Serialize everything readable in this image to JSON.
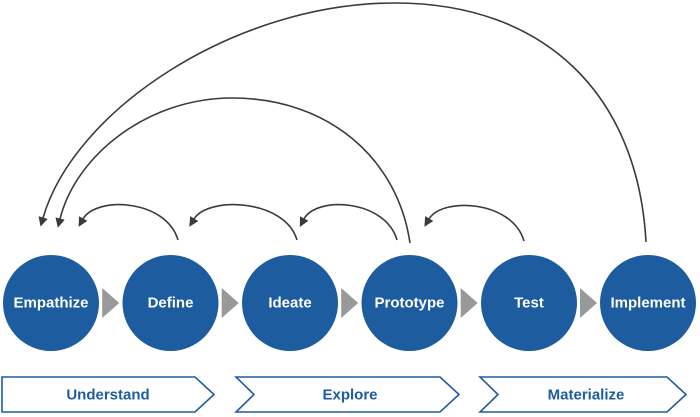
{
  "diagram": {
    "stages": [
      {
        "label": "Empathize"
      },
      {
        "label": "Define"
      },
      {
        "label": "Ideate"
      },
      {
        "label": "Prototype"
      },
      {
        "label": "Test"
      },
      {
        "label": "Implement"
      }
    ],
    "phases": [
      {
        "label": "Understand"
      },
      {
        "label": "Explore"
      },
      {
        "label": "Materialize"
      }
    ],
    "feedback_arrows": [
      {
        "from": "Define",
        "to": "Empathize"
      },
      {
        "from": "Ideate",
        "to": "Define"
      },
      {
        "from": "Prototype",
        "to": "Ideate"
      },
      {
        "from": "Test",
        "to": "Prototype"
      },
      {
        "from": "Prototype",
        "to": "Empathize"
      },
      {
        "from": "Implement",
        "to": "Empathize"
      }
    ],
    "forward_connectors": [
      {
        "from": "Empathize",
        "to": "Define"
      },
      {
        "from": "Define",
        "to": "Ideate"
      },
      {
        "from": "Ideate",
        "to": "Prototype"
      },
      {
        "from": "Prototype",
        "to": "Test"
      },
      {
        "from": "Test",
        "to": "Implement"
      }
    ],
    "colors": {
      "circle_fill": "#1d5c9f",
      "circle_text": "#ffffff",
      "connector_gray": "#97999b",
      "arc_stroke": "#3b3b3b",
      "banner_stroke": "#1e5c9d",
      "banner_text": "#1e5c9d",
      "background": "#ffffff"
    }
  }
}
